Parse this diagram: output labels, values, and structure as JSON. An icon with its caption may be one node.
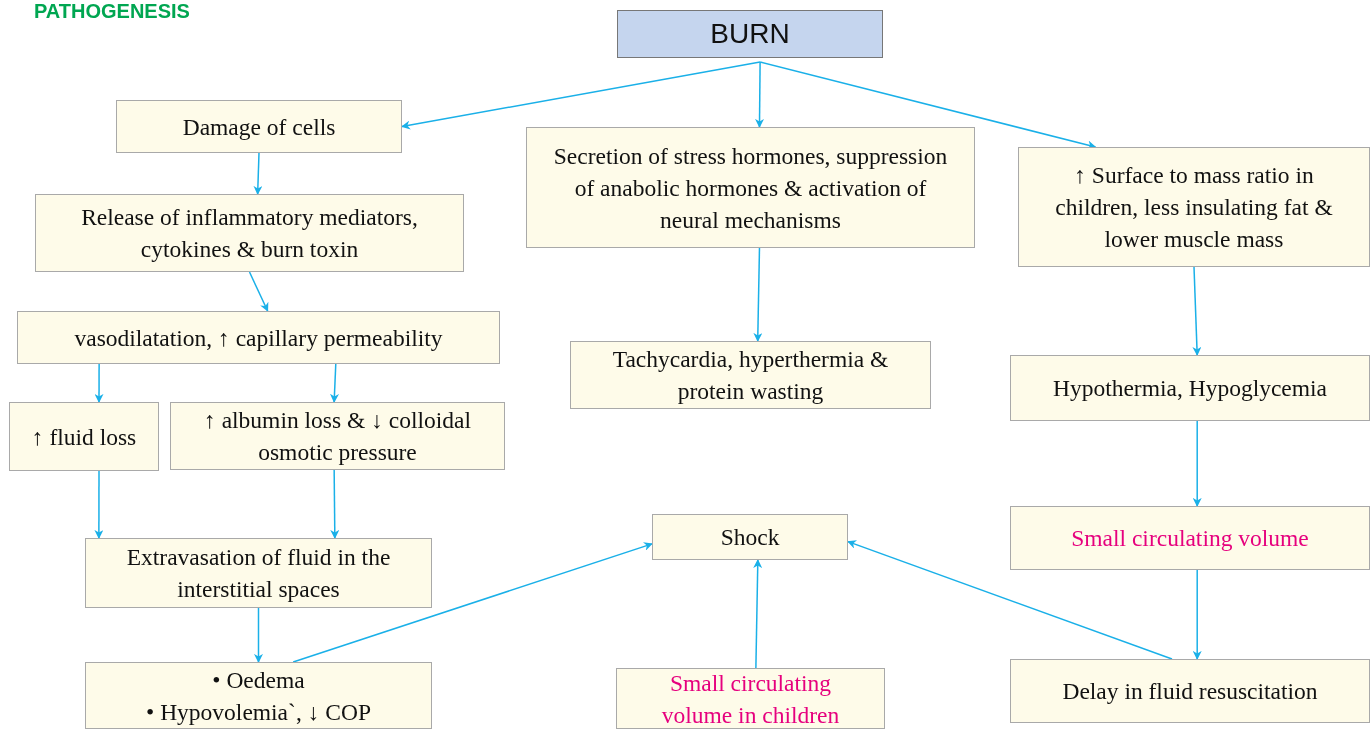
{
  "diagram": {
    "title": "PATHOGENESIS",
    "nodes": [
      {
        "text": [
          "BURN"
        ]
      },
      {
        "text": [
          "Damage of cells"
        ]
      },
      {
        "text": [
          "Release of inflammatory mediators, cytokines & burn toxin"
        ]
      },
      {
        "text": [
          "vasodilatation, ↑ capillary permeability"
        ]
      },
      {
        "text": [
          "↑ fluid loss"
        ]
      },
      {
        "text": [
          "↑ albumin loss & ↓ colloidal osmotic pressure"
        ]
      },
      {
        "text": [
          "Extravasation of fluid in the interstitial spaces"
        ]
      },
      {
        "text": [
          "• Oedema",
          "• Hypovolemia`, ↓ COP"
        ]
      },
      {
        "text": [
          "Secretion of stress hormones, suppression of anabolic hormones & activation of neural mechanisms"
        ]
      },
      {
        "text": [
          "Tachycardia, hyperthermia & protein wasting"
        ]
      },
      {
        "text": [
          "Shock"
        ]
      },
      {
        "text": [
          "Small circulating volume in children"
        ]
      },
      {
        "text": [
          "↑ Surface to mass ratio in children, less insulating fat & lower muscle mass"
        ]
      },
      {
        "text": [
          "Hypothermia, Hypoglycemia"
        ]
      },
      {
        "text": [
          "Small circulating volume"
        ]
      },
      {
        "text": [
          "Delay in fluid resuscitation"
        ]
      }
    ],
    "edges": [
      {
        "from": 0,
        "to": 1,
        "arrow": "to"
      },
      {
        "from": 0,
        "to": 8,
        "arrow": "to"
      },
      {
        "from": 0,
        "to": 12,
        "arrow": "to"
      },
      {
        "from": 1,
        "to": 2,
        "arrow": "to"
      },
      {
        "from": 2,
        "to": 3,
        "arrow": "to"
      },
      {
        "from": 3,
        "to": 4,
        "arrow": "to"
      },
      {
        "from": 3,
        "to": 5,
        "arrow": "to"
      },
      {
        "from": 4,
        "to": 6,
        "arrow": "to"
      },
      {
        "from": 5,
        "to": 6,
        "arrow": "to"
      },
      {
        "from": 6,
        "to": 7,
        "arrow": "to"
      },
      {
        "from": 7,
        "to": 10,
        "arrow": "to"
      },
      {
        "from": 8,
        "to": 9,
        "arrow": "to"
      },
      {
        "from": 11,
        "to": 10,
        "arrow": "to"
      },
      {
        "from": 12,
        "to": 13,
        "arrow": "to"
      },
      {
        "from": 13,
        "to": 14,
        "arrow": "to"
      },
      {
        "from": 14,
        "to": 15,
        "arrow": "to"
      },
      {
        "from": 15,
        "to": 10,
        "arrow": "to"
      }
    ]
  }
}
